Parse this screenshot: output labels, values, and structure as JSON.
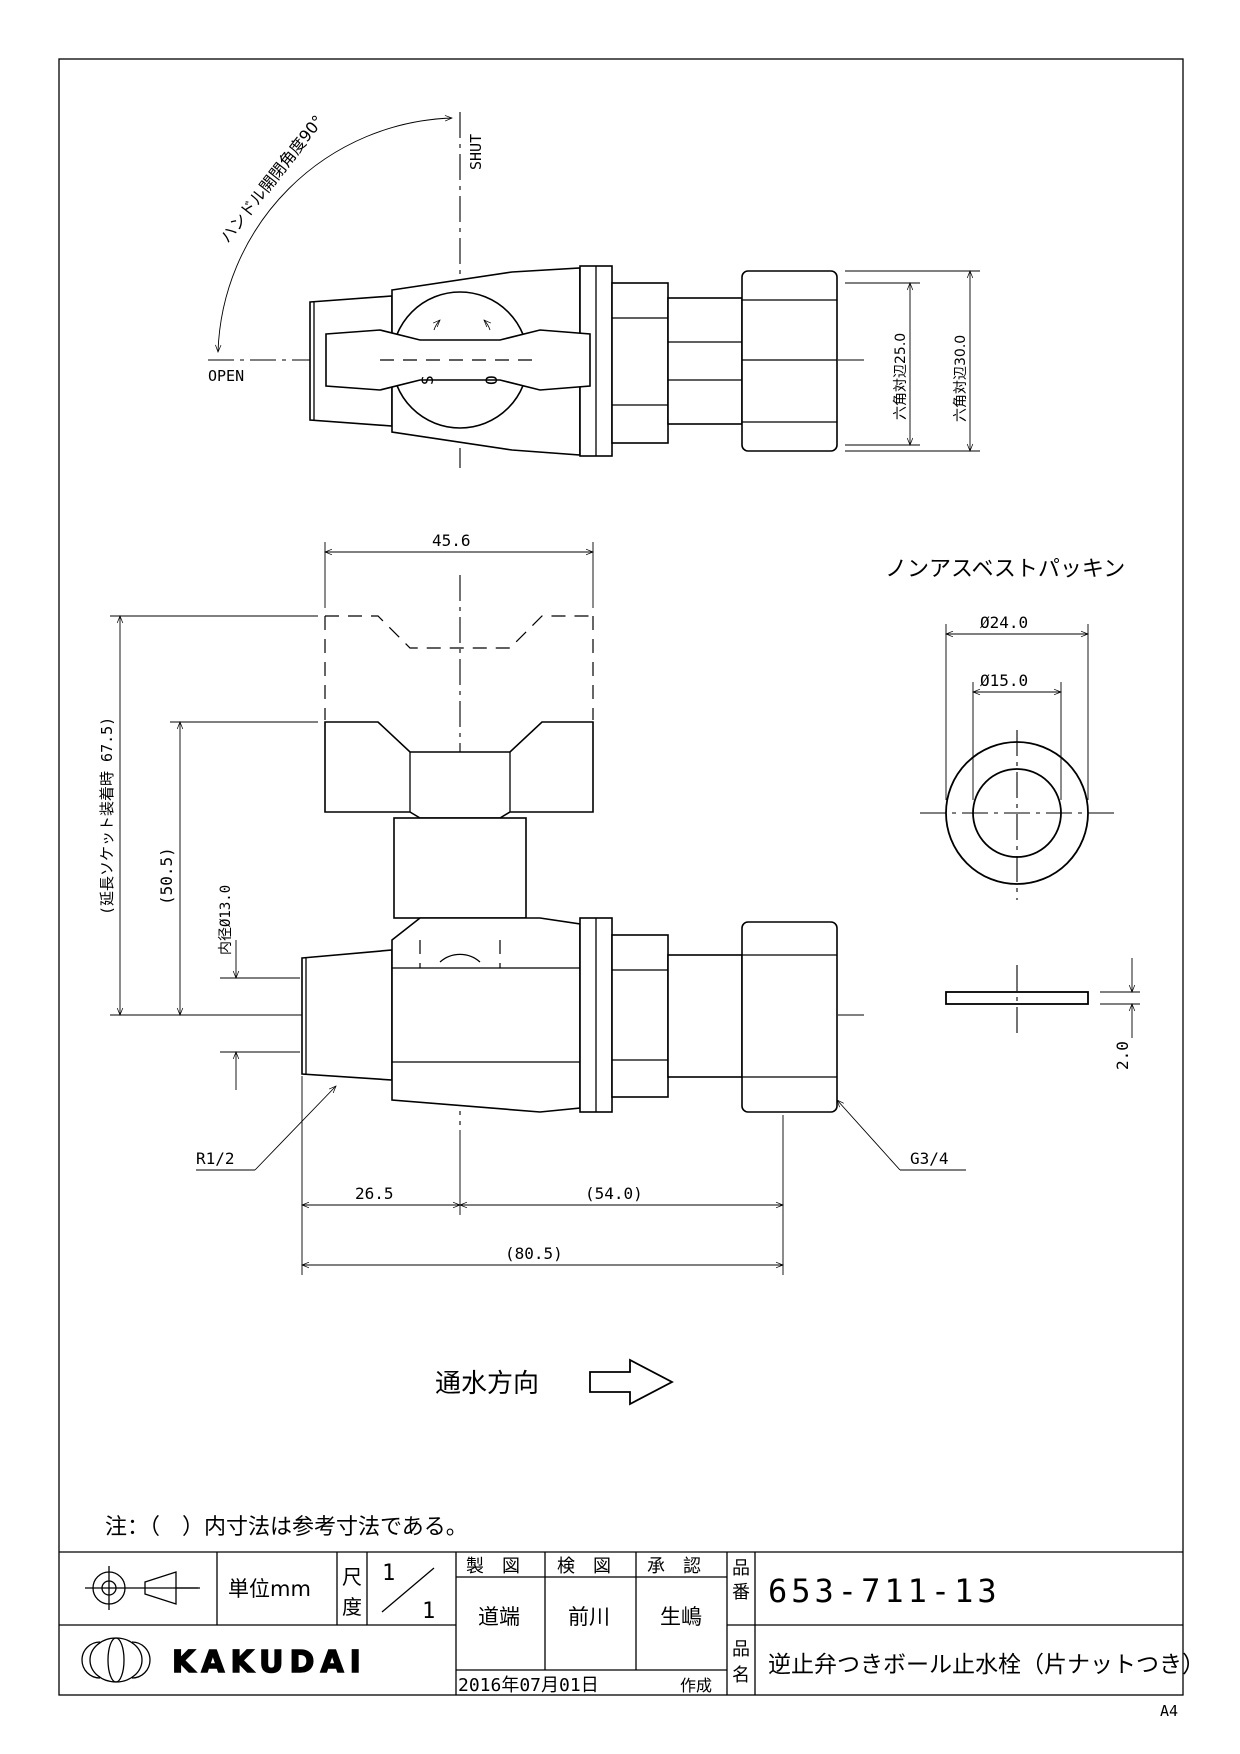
{
  "top_view": {
    "shut": "SHUT",
    "open": "OPEN",
    "handle_angle": "ハンドル開閉角度90°",
    "mark_s": "S",
    "mark_o": "O",
    "hex1": "六角対辺25.0",
    "hex2": "六角対辺30.0"
  },
  "front_view": {
    "width_handle": "45.6",
    "height_total": "(延長ソケット装着時 67.5)",
    "height_body": "(50.5)",
    "inner_dia": "内径Ø13.0",
    "thread_left": "R1/2",
    "thread_right": "G3/4",
    "dim_left": "26.5",
    "dim_right": "(54.0)",
    "dim_total": "(80.5)"
  },
  "packing": {
    "title": "ノンアスベストパッキン",
    "outer": "Ø24.0",
    "inner": "Ø15.0",
    "thickness": "2.0"
  },
  "flow": {
    "label": "通水方向"
  },
  "note": "注：（　）内寸法は参考寸法である。",
  "title_block": {
    "unit": "単位mm",
    "scale_label_1": "尺",
    "scale_label_2": "度",
    "scale_num": "1",
    "scale_den": "1",
    "made_by_label": "製　図",
    "checked_label": "検　図",
    "approved_label": "承　認",
    "made_by": "道端",
    "checked": "前川",
    "approved": "生嶋",
    "date": "2016年07月01日",
    "created": "作成",
    "part_no_label_1": "品",
    "part_no_label_2": "番",
    "part_no": "653-711-13",
    "name_label_1": "品",
    "name_label_2": "名",
    "name": "逆止弁つきボール止水栓（片ナットつき）",
    "logo": "KAKUDAI"
  },
  "paper_size": "A4"
}
